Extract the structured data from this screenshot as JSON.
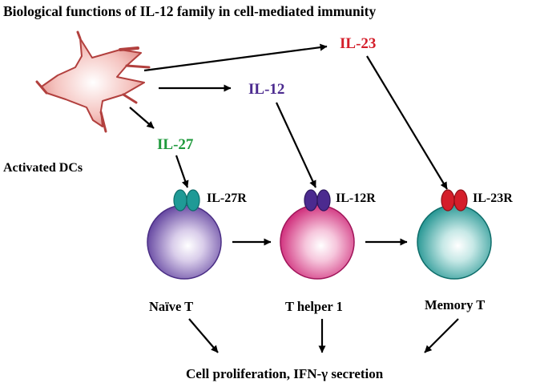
{
  "title": "Biological functions of IL-12 family in cell-mediated immunity",
  "source": {
    "label": "Activated DCs"
  },
  "cytokines": {
    "il23": {
      "label": "IL-23",
      "color": "#d41e2a"
    },
    "il12": {
      "label": "IL-12",
      "color": "#4b2a8f"
    },
    "il27": {
      "label": "IL-27",
      "color": "#1f9a3c"
    }
  },
  "cells": {
    "naive": {
      "label": "Naïve T",
      "receptor": "IL-27R",
      "receptor_color": "#1f9a96",
      "body_color": "#6a4aa6"
    },
    "th1": {
      "label": "T helper 1",
      "receptor": "IL-12R",
      "receptor_color": "#4b2a8f",
      "body_color": "#d0307e"
    },
    "memory": {
      "label": "Memory T",
      "receptor": "IL-23R",
      "receptor_color": "#d41e2a",
      "body_color": "#1f9a96"
    }
  },
  "outcome": {
    "label": "Cell proliferation, IFN-γ secretion"
  }
}
